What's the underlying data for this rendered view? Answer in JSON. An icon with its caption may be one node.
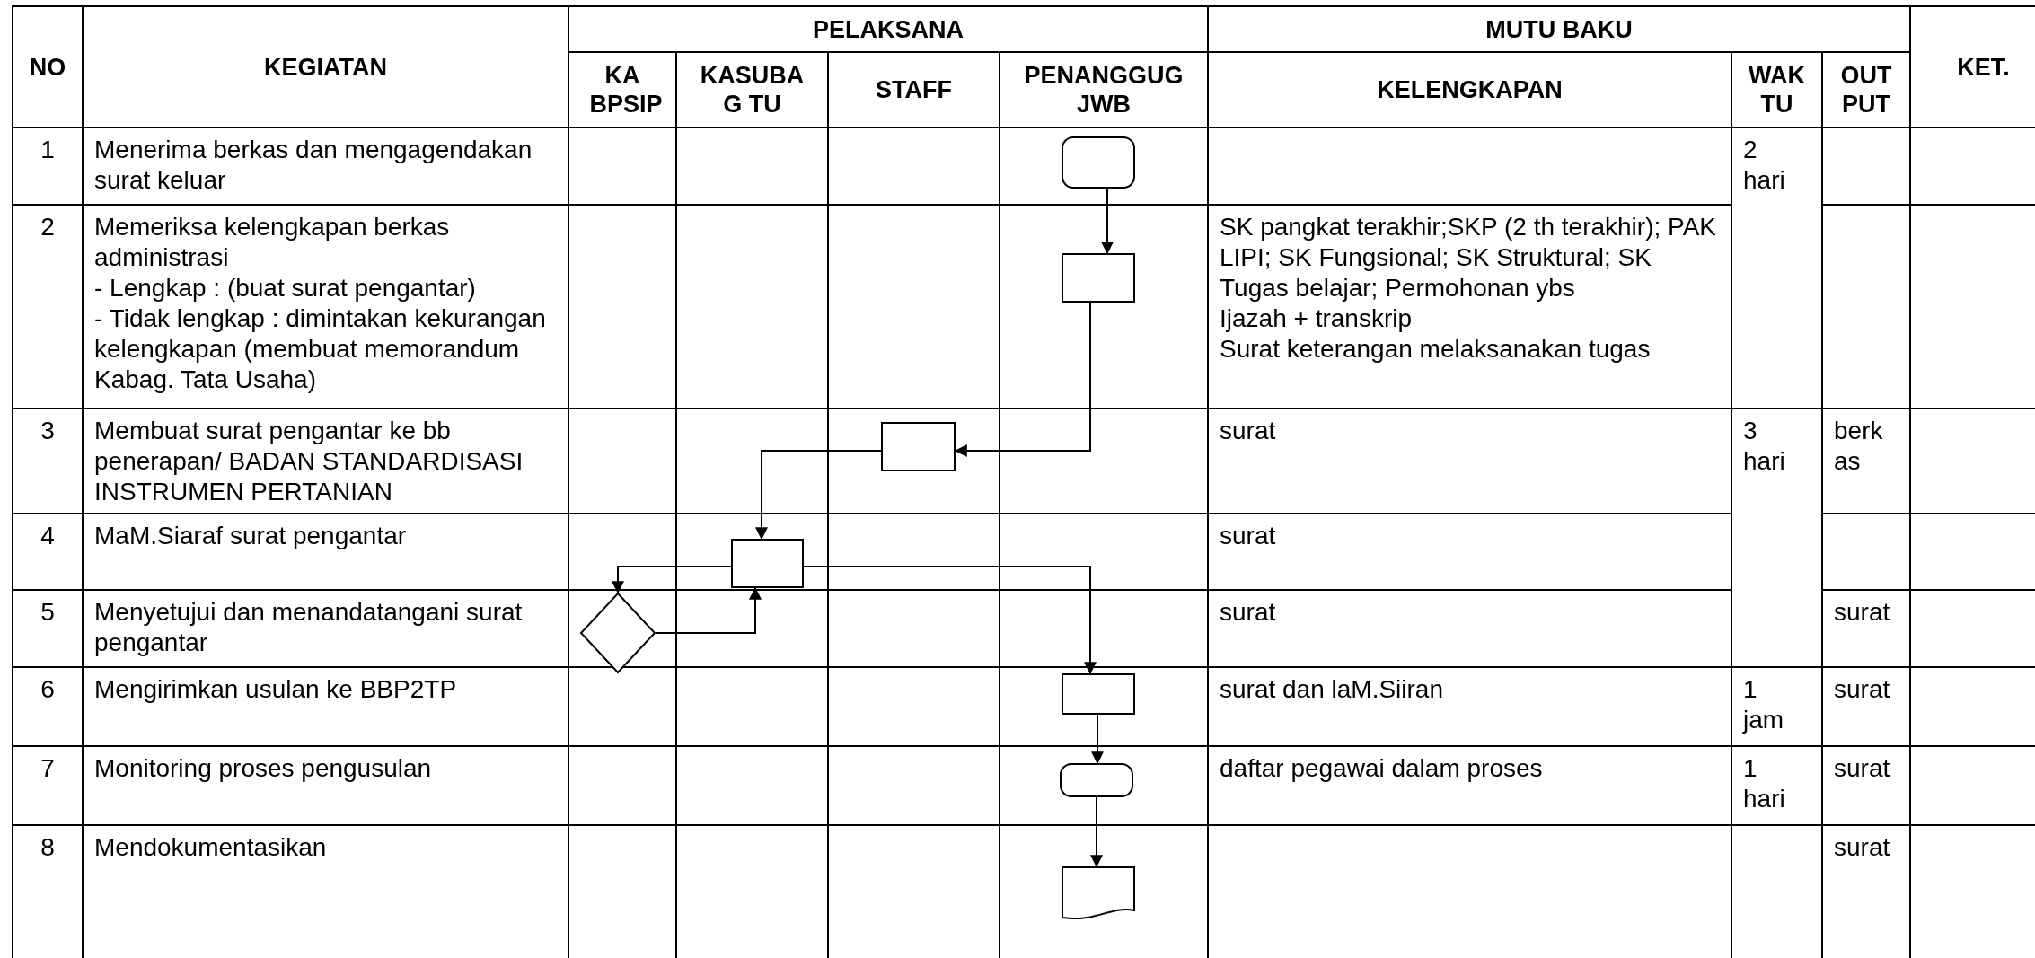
{
  "diagram": {
    "nodes": [
      {
        "text": [],
        "shape": "terminator"
      },
      {
        "text": [],
        "shape": "box"
      },
      {
        "text": [],
        "shape": "box"
      },
      {
        "text": [],
        "shape": "box"
      },
      {
        "text": [],
        "shape": "diamond"
      },
      {
        "text": [],
        "shape": "box"
      },
      {
        "text": [],
        "shape": "terminator"
      },
      {
        "text": [],
        "shape": "document"
      }
    ],
    "edges": [
      {
        "from": 0,
        "to": 1,
        "arrow": "to"
      },
      {
        "from": 1,
        "to": 2,
        "arrow": "to"
      },
      {
        "from": 2,
        "to": 3,
        "arrow": "to"
      },
      {
        "from": 3,
        "to": 4,
        "arrow": "to"
      },
      {
        "from": 4,
        "to": 3,
        "arrow": "to"
      },
      {
        "from": 3,
        "to": 5,
        "arrow": "to"
      },
      {
        "from": 5,
        "to": 6,
        "arrow": "to"
      },
      {
        "from": 6,
        "to": 7,
        "arrow": "to"
      }
    ],
    "labels": [
      "NO",
      "KEGIATAN",
      "PELAKSANA",
      "MUTU BAKU",
      "KET.",
      "KA BPSIP",
      "KASUBA G TU",
      "STAFF",
      "PENANGGUG JWB",
      "KELENGKAPAN",
      "WAK TU",
      "OUT PUT",
      "1",
      "Menerima berkas dan mengagendakan surat keluar",
      "2 hari",
      "2",
      "Memeriksa kelengkapan berkas administrasi",
      "- Lengkap : (buat surat pengantar)",
      "- Tidak lengkap : dimintakan kekurangan kelengkapan (membuat memorandum Kabag. Tata Usaha)",
      "SK pangkat terakhir;SKP (2 th terakhir); PAK LIPI; SK Fungsional; SK Struktural; SK Tugas belajar; Permohonan ybs",
      "Ijazah + transkrip",
      "Surat keterangan melaksanakan tugas",
      "3",
      "Membuat surat pengantar ke bb penerapan/ BADAN STANDARDISASI INSTRUMEN PERTANIAN",
      "surat",
      "3 hari",
      "berk as",
      "4",
      "MaM.Siaraf surat pengantar",
      "surat",
      "5",
      "Menyetujui dan menandatangani surat pengantar",
      "surat",
      "surat",
      "6",
      "Mengirimkan usulan ke BBP2TP",
      "surat dan laM.Siiran",
      "1 jam",
      "surat",
      "7",
      "Monitoring proses pengusulan",
      "daftar pegawai dalam proses",
      "1 hari",
      "surat",
      "8",
      "Mendokumentasikan",
      "surat"
    ]
  }
}
